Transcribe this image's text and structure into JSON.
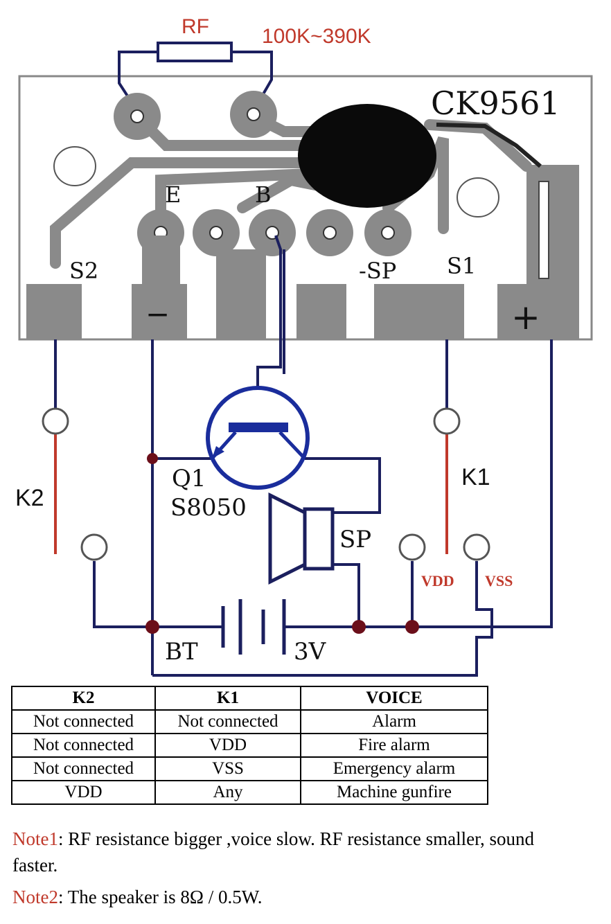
{
  "diagram": {
    "chip_name": "CK9561",
    "rf_label": "RF",
    "rf_range": "100K~390K",
    "pad_labels": {
      "e": "E",
      "b": "B",
      "s2": "S2",
      "sp_pad": "-SP",
      "s1": "S1",
      "minus": "−",
      "plus": "+"
    },
    "transistor_name": "Q1",
    "transistor_model": "S8050",
    "speaker_label": "SP",
    "battery_label": "BT",
    "battery_voltage": "3V",
    "k1_label": "K1",
    "k2_label": "K2",
    "vdd_label": "VDD",
    "vss_label": "VSS",
    "colors": {
      "trace_red": "#c0392b",
      "wire_navy": "#1b1f5e",
      "transistor_blue": "#1a2d9c",
      "pcb_gray": "#8a8a8a"
    }
  },
  "table": {
    "headers": [
      "K2",
      "K1",
      "VOICE"
    ],
    "rows": [
      [
        "Not connected",
        "Not connected",
        "Alarm"
      ],
      [
        "Not connected",
        "VDD",
        "Fire alarm"
      ],
      [
        "Not connected",
        "VSS",
        "Emergency alarm"
      ],
      [
        "VDD",
        "Any",
        "Machine gunfire"
      ]
    ]
  },
  "notes": {
    "note1_tag": "Note1",
    "note1_text": ": RF resistance bigger ,voice slow. RF resistance smaller, sound faster.",
    "note2_tag": "Note2",
    "note2_text": ": The speaker is 8Ω / 0.5W."
  }
}
